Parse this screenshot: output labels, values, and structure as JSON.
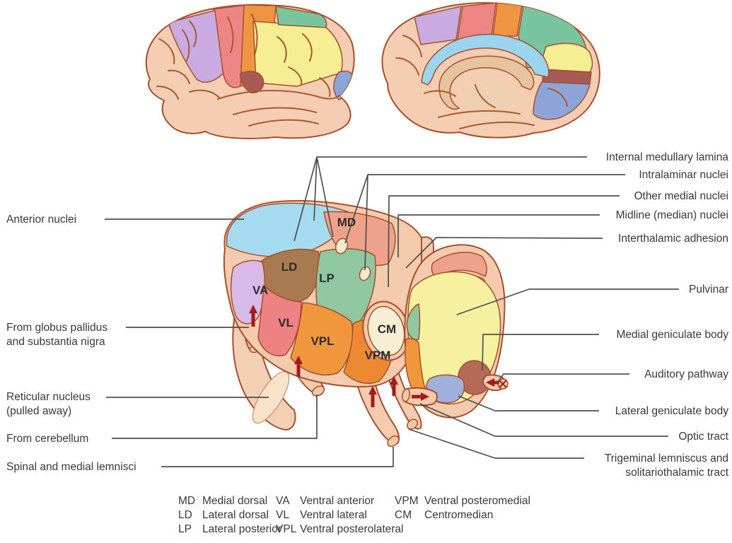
{
  "figure": {
    "left_labels": {
      "anterior_nuclei": "Anterior nuclei",
      "globus_line1": "From globus pallidus",
      "globus_line2": "and substantia nigra",
      "reticular_line1": "Reticular nucleus",
      "reticular_line2": "(pulled away)",
      "cerebellum": "From cerebellum",
      "spinal": "Spinal and medial lemnisci"
    },
    "right_labels": {
      "internal_medullary_lamina": "Internal medullary lamina",
      "intralaminar_nuclei": "Intralaminar nuclei",
      "other_medial_nuclei": "Other medial nuclei",
      "midline_nuclei": "Midline (median) nuclei",
      "interthalamic_adhesion": "Interthalamic adhesion",
      "pulvinar": "Pulvinar",
      "medial_geniculate_body": "Medial geniculate body",
      "auditory_pathway": "Auditory pathway",
      "lateral_geniculate_body": "Lateral geniculate body",
      "optic_tract": "Optic tract",
      "trigeminal_line1": "Trigeminal lemniscus and",
      "trigeminal_line2": "solitariothalamic tract"
    },
    "nuclei": {
      "md": "MD",
      "ld": "LD",
      "lp": "LP",
      "va": "VA",
      "vl": "VL",
      "vpl": "VPL",
      "vpm": "VPM",
      "cm": "CM"
    },
    "legend": {
      "items": [
        {
          "abbr": "MD",
          "name": "Medial dorsal"
        },
        {
          "abbr": "LD",
          "name": "Lateral dorsal"
        },
        {
          "abbr": "LP",
          "name": "Lateral posterior"
        },
        {
          "abbr": "VA",
          "name": "Ventral anterior"
        },
        {
          "abbr": "VL",
          "name": "Ventral lateral"
        },
        {
          "abbr": "VPL",
          "name": "Ventral posterolateral"
        },
        {
          "abbr": "VPM",
          "name": "Ventral posteromedial"
        },
        {
          "abbr": "CM",
          "name": "Centromedian"
        }
      ]
    },
    "colors": {
      "shell": "#f5cbae",
      "outline": "#a5502e",
      "anterior": "#a5dbf0",
      "md": "#efa28b",
      "ld": "#a87a50",
      "lp": "#8fc7a0",
      "va": "#d9b9e8",
      "vl": "#ee8181",
      "vpl": "#f0973d",
      "vpm": "#eb8a33",
      "cm": "#f6efd3",
      "reticular": "#f3cfb3",
      "reticular_face": "#f8e3ca",
      "pulvinar": "#f7f09e",
      "medial_geniculate": "#b36a57",
      "lateral_geniculate": "#9fb0da",
      "stalk_tip": "#eec9a8",
      "intralaminar_oval": "#f3ebc9",
      "arrow": "#a31c1c",
      "leader": "#4f4f4f",
      "cortex_base": "#f5cdb2",
      "cortex_lavender": "#c9abe2",
      "cortex_pink": "#ee8585",
      "cortex_orange": "#ef9440",
      "cortex_yellow": "#f5ee92",
      "cortex_green": "#77c49e",
      "cortex_blue": "#8da4d8",
      "cortex_maroon": "#a85a56",
      "cingulate_blue": "#9ad4ee",
      "callosum_tan": "#e5c49e"
    }
  }
}
